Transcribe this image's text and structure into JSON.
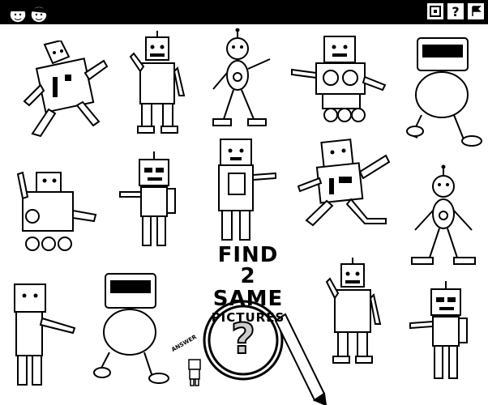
{
  "title": {
    "line1": "FIND",
    "number": "2",
    "line2": "SAME",
    "line3": "PICTURES"
  },
  "answer_label": "ANSWER",
  "toolbar": {
    "icons": [
      "puzzle-icon",
      "question-icon",
      "flag-icon"
    ],
    "question_glyph": "?"
  },
  "robots": [
    {
      "id": 1,
      "kind": "box-head-walker"
    },
    {
      "id": 2,
      "kind": "tall-antenna-robot"
    },
    {
      "id": 3,
      "kind": "stick-round-head"
    },
    {
      "id": 4,
      "kind": "wheeled-dial-robot"
    },
    {
      "id": 5,
      "kind": "visor-round-body"
    },
    {
      "id": 6,
      "kind": "wheeled-claw-robot"
    },
    {
      "id": 7,
      "kind": "block-pointing-robot"
    },
    {
      "id": 8,
      "kind": "tv-head-panel-robot"
    },
    {
      "id": 9,
      "kind": "control-panel-walker"
    },
    {
      "id": 10,
      "kind": "stick-round-head"
    },
    {
      "id": 11,
      "kind": "square-head-pointer"
    },
    {
      "id": 12,
      "kind": "visor-round-body"
    },
    {
      "id": 13,
      "kind": "tall-antenna-robot"
    },
    {
      "id": 14,
      "kind": "block-pointing-robot"
    }
  ]
}
